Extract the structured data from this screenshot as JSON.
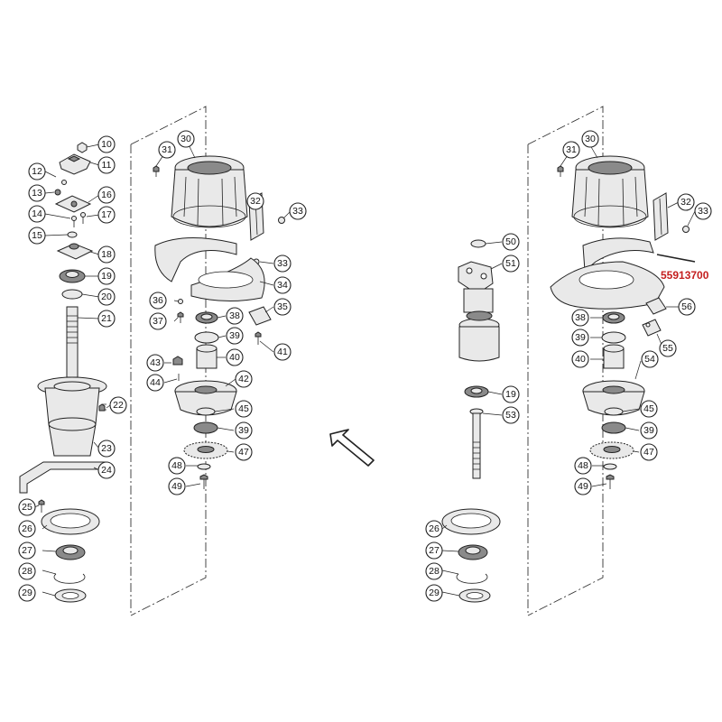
{
  "callouts": {
    "n10": "10",
    "n11": "11",
    "n12": "12",
    "n13": "13",
    "n14": "14",
    "n15": "15",
    "n16": "16",
    "n17": "17",
    "n18": "18",
    "n19": "19",
    "n20": "20",
    "n21": "21",
    "n22": "22",
    "n23": "23",
    "n24": "24",
    "n25": "25",
    "n26": "26",
    "n27": "27",
    "n28": "28",
    "n29": "29",
    "n30": "30",
    "n31": "31",
    "n32": "32",
    "n33": "33",
    "n34": "34",
    "n35": "35",
    "n36": "36",
    "n37": "37",
    "n38": "38",
    "n39": "39",
    "n40": "40",
    "n41": "41",
    "n42": "42",
    "n43": "43",
    "n44": "44",
    "n45": "45",
    "n47": "47",
    "n48": "48",
    "n49": "49",
    "n50": "50",
    "n51": "51",
    "n53": "53",
    "n54": "54",
    "n55": "55",
    "n56": "56"
  },
  "highlight_part_number": "55913700",
  "highlight_color": "#c41e1e",
  "arrow_icon": "arrow-northwest-icon"
}
